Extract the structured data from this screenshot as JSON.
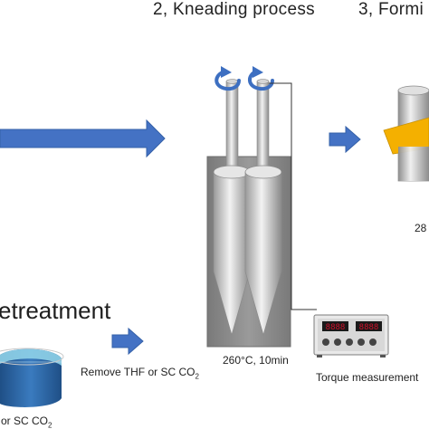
{
  "headings": {
    "kneading": "2, Kneading process",
    "forming": "3, Formi"
  },
  "pretreatment_title": "etreatment",
  "labels": {
    "remove": "Remove THF or SC CO",
    "remove_sub": "2",
    "temp_time": "260°C, 10min",
    "torque": "Torque measurement",
    "forming_temp": "28",
    "bottom_left": "or SC CO",
    "bottom_left_sub": "2"
  },
  "colors": {
    "arrow": "#4472c4",
    "rotation_arrow": "#3d6fc1",
    "kneader_body": "#8c8c8c",
    "screw": "#c8c8c8",
    "forming_plate": "#f4b000",
    "solution": "#2e6aa6",
    "display": "#c0001a"
  },
  "icons": [
    "rotation-arrow-icon",
    "flow-arrow-icon",
    "torque-meter-icon"
  ]
}
